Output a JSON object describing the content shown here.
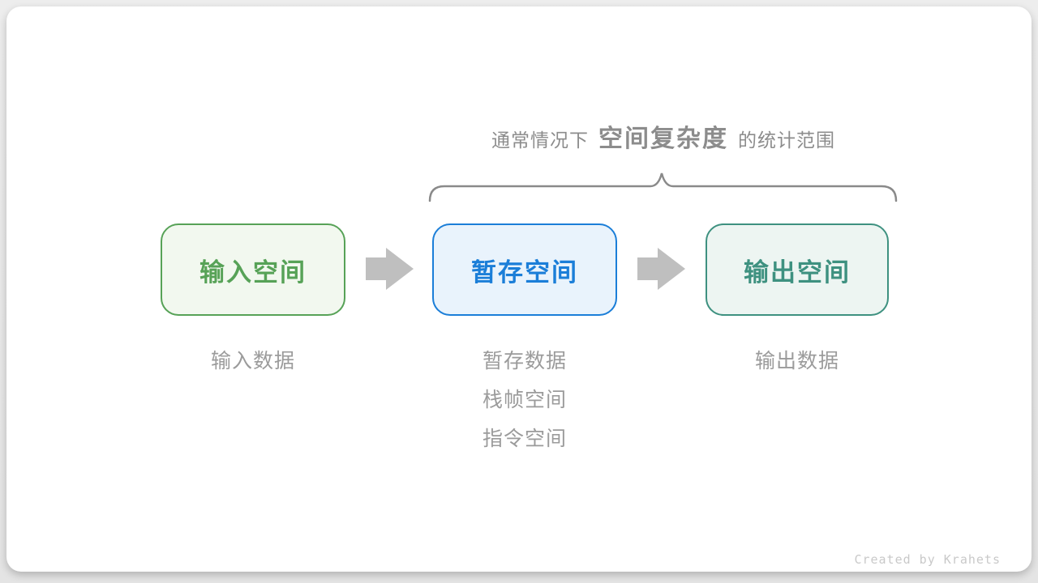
{
  "diagram": {
    "title": {
      "prefix": "通常情况下",
      "highlight": "空间复杂度",
      "suffix": "的统计范围"
    },
    "boxes": [
      {
        "label": "输入空间",
        "text_color": "#57a257",
        "border_color": "#57a257",
        "bg_color": "#f2f8ef",
        "subs": [
          "输入数据"
        ]
      },
      {
        "label": "暂存空间",
        "text_color": "#1b7ed8",
        "border_color": "#1b7ed8",
        "bg_color": "#e9f3fc",
        "subs": [
          "暂存数据",
          "栈帧空间",
          "指令空间"
        ]
      },
      {
        "label": "输出空间",
        "text_color": "#3e9180",
        "border_color": "#3e9180",
        "bg_color": "#edf5f2",
        "subs": [
          "输出数据"
        ]
      }
    ],
    "arrow_color": "#bfbfbf",
    "brace_color": "#8a8a8a",
    "title_color": "#8c8c8c",
    "sub_label_color": "#9b9b9b",
    "credit": "Created by Krahets"
  }
}
